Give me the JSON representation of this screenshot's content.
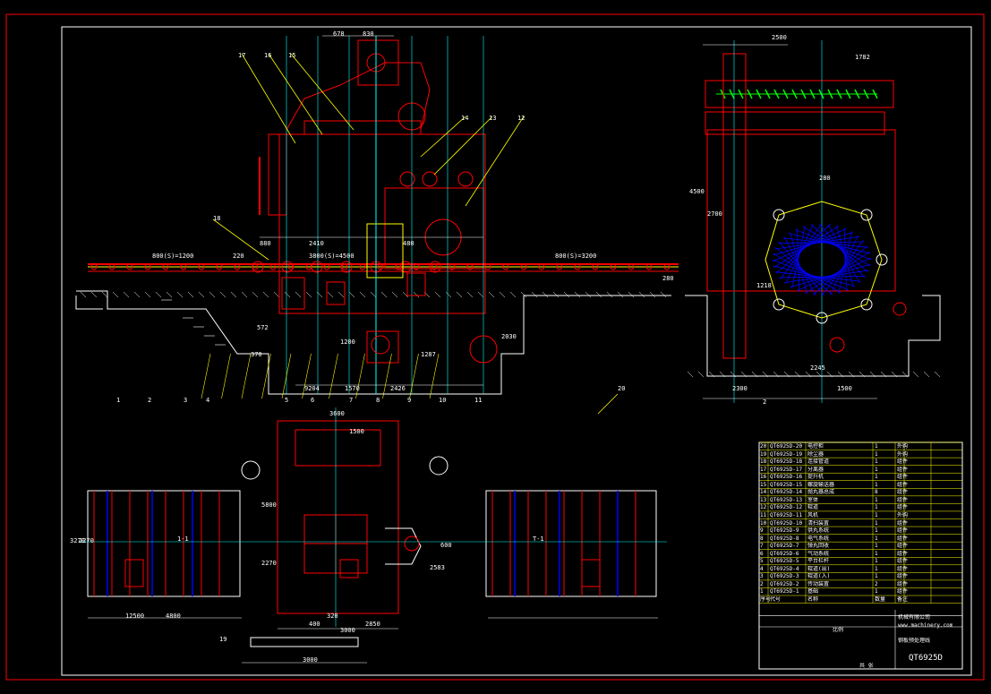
{
  "colors": {
    "background": "#000000",
    "frame": "#ff0000",
    "inner_frame": "#ffffff",
    "structure": "#ff0000",
    "centerline": "#00ffff",
    "dimension": "#ffffff",
    "leader": "#ffff00",
    "chain": "#00ff00",
    "blade": "#0000ff",
    "table_text": "#ffffff"
  },
  "drawing": {
    "front_view": {
      "dims_top": [
        "678",
        "830"
      ],
      "balloons": [
        "17",
        "16",
        "15",
        "14",
        "13",
        "12",
        "18"
      ],
      "dims_mid": [
        "880",
        "2410",
        "800(S)=1200",
        "3800(S)=4500",
        "480",
        "220",
        "800(S)=3200",
        "280"
      ],
      "dims_lower": [
        "572",
        "370",
        "1200",
        "1287",
        "2030",
        "9204",
        "1570",
        "2426"
      ],
      "bottom_balloons": [
        "1",
        "2",
        "3",
        "4",
        "5",
        "6",
        "7",
        "8",
        "9",
        "10",
        "11"
      ]
    },
    "side_view": {
      "dims_top": [
        "2500",
        "1782"
      ],
      "dims_left": [
        "4500",
        "2700",
        "1218"
      ],
      "dims_mid": [
        "280"
      ],
      "dims_bottom": [
        "2300",
        "2245",
        "1500"
      ],
      "balloon": "2"
    },
    "plan_view": {
      "dims_top": [
        "3600",
        "1500"
      ],
      "dims_left": [
        "3270",
        "2270",
        "5800",
        "2270"
      ],
      "dims_right": [
        "2583",
        "600"
      ],
      "dims_bottom": [
        "12500",
        "4800",
        "320",
        "2850",
        "3000",
        "400",
        "3000"
      ],
      "labels": [
        "1-1",
        "T-1"
      ],
      "balloon": "19"
    },
    "center_balloon": "20"
  },
  "title_block": {
    "rows": [
      [
        "20",
        "QT6925D-20",
        "电控柜",
        "1",
        "外购"
      ],
      [
        "19",
        "QT6925D-19",
        "除尘器",
        "1",
        "外购"
      ],
      [
        "18",
        "QT6925D-18",
        "连接管道",
        "1",
        "组件"
      ],
      [
        "17",
        "QT6925D-17",
        "分离器",
        "1",
        "组件"
      ],
      [
        "16",
        "QT6925D-16",
        "提升机",
        "1",
        "组件"
      ],
      [
        "15",
        "QT6925D-15",
        "螺旋输送器",
        "1",
        "组件"
      ],
      [
        "14",
        "QT6925D-14",
        "抛丸器总成",
        "8",
        "组件"
      ],
      [
        "13",
        "QT6925D-13",
        "室体",
        "1",
        "组件"
      ],
      [
        "12",
        "QT6925D-12",
        "辊道",
        "1",
        "组件"
      ],
      [
        "11",
        "QT6925D-11",
        "风机",
        "1",
        "外购"
      ],
      [
        "10",
        "QT6925D-10",
        "清扫装置",
        "1",
        "组件"
      ],
      [
        "9",
        "QT6925D-9",
        "供丸系统",
        "1",
        "组件"
      ],
      [
        "8",
        "QT6925D-8",
        "电气系统",
        "1",
        "组件"
      ],
      [
        "7",
        "QT6925D-7",
        "弹丸回收",
        "1",
        "组件"
      ],
      [
        "6",
        "QT6925D-6",
        "气动系统",
        "1",
        "组件"
      ],
      [
        "5",
        "QT6925D-5",
        "平台栏杆",
        "1",
        "组件"
      ],
      [
        "4",
        "QT6925D-4",
        "辊道(出)",
        "1",
        "组件"
      ],
      [
        "3",
        "QT6925D-3",
        "辊道(入)",
        "1",
        "组件"
      ],
      [
        "2",
        "QT6925D-2",
        "传动装置",
        "2",
        "组件"
      ],
      [
        "1",
        "QT6925D-1",
        "基础",
        "1",
        "组件"
      ]
    ],
    "header": [
      "序号",
      "代号",
      "名称",
      "数量",
      "备注"
    ],
    "company": "机械有限公司",
    "website": "www.machinery.com",
    "drawing_name": "钢板预处理线",
    "drawing_no": "QT6925D",
    "scale_label": "比例",
    "sheet_label": "共  张"
  }
}
